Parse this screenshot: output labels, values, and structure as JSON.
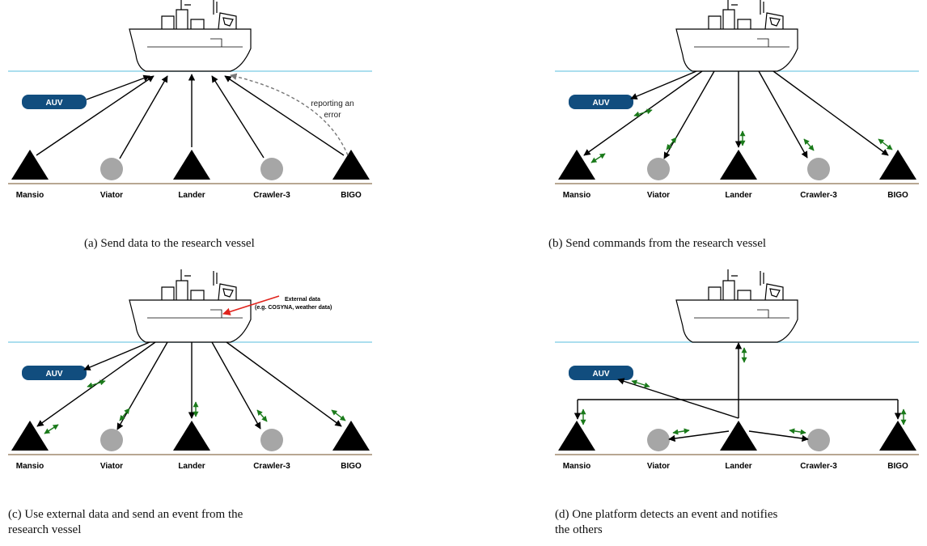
{
  "panels": [
    {
      "id": "a",
      "caption": "(a) Send data to the research vessel",
      "auv_label": "AUV",
      "nodes": [
        "Mansio",
        "Viator",
        "Lander",
        "Crawler-3",
        "BIGO"
      ],
      "annotation": [
        "reporting an",
        "error"
      ]
    },
    {
      "id": "b",
      "caption": "(b) Send commands from the research vessel",
      "auv_label": "AUV",
      "nodes": [
        "Mansio",
        "Viator",
        "Lander",
        "Crawler-3",
        "BIGO"
      ]
    },
    {
      "id": "c",
      "caption_line1": "(c) Use external data and send an event from the",
      "caption_line2": "research vessel",
      "auv_label": "AUV",
      "nodes": [
        "Mansio",
        "Viator",
        "Lander",
        "Crawler-3",
        "BIGO"
      ],
      "external_title": "External data",
      "external_sub": "(e.g. COSYNA, weather data)"
    },
    {
      "id": "d",
      "caption_line1": "(d) One platform detects an event and notifies",
      "caption_line2": "the others",
      "auv_label": "AUV",
      "nodes": [
        "Mansio",
        "Viator",
        "Lander",
        "Crawler-3",
        "BIGO"
      ]
    }
  ],
  "node_shapes": [
    "triangle",
    "circle",
    "triangle",
    "circle",
    "triangle"
  ],
  "colors": {
    "water": "#8fd3e8",
    "seabed": "#a08a6e",
    "auv": "#114d7e",
    "circle": "#a6a6a6",
    "green_arrow": "#1a7a1a",
    "red_arrow": "#e0231c",
    "dashed": "#777777"
  }
}
